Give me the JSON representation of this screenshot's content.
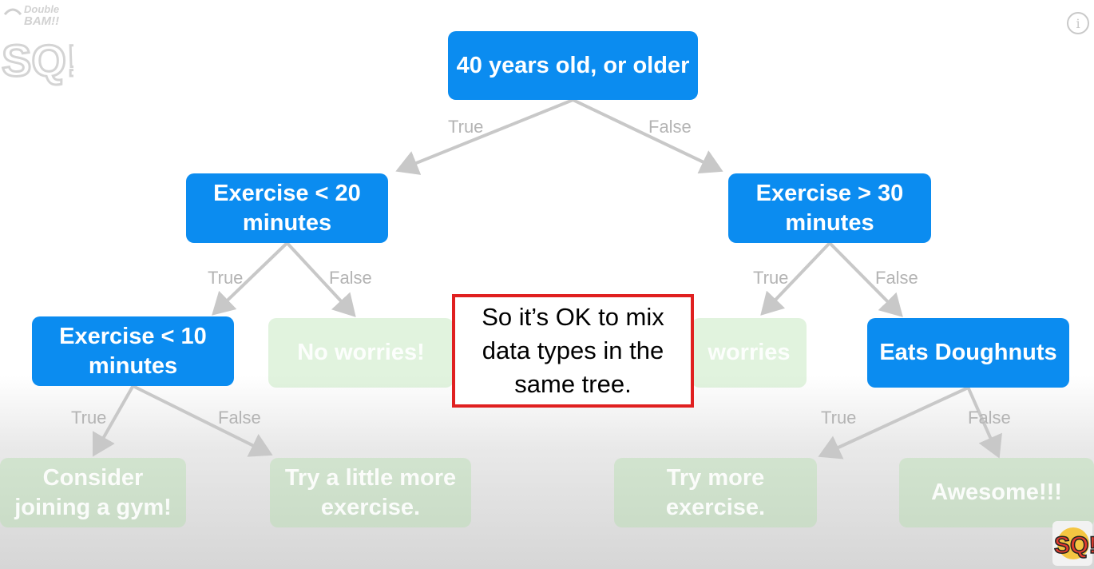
{
  "tree": {
    "nodes": [
      {
        "id": "root",
        "kind": "decision",
        "label": "40 years old, or older"
      },
      {
        "id": "ex20",
        "kind": "decision",
        "label": "Exercise < 20 minutes"
      },
      {
        "id": "ex30",
        "kind": "decision",
        "label": "Exercise > 30 minutes"
      },
      {
        "id": "ex10",
        "kind": "decision",
        "label": "Exercise < 10 minutes"
      },
      {
        "id": "noworries1",
        "kind": "leaf",
        "label": "No worries!"
      },
      {
        "id": "noworries2",
        "kind": "leaf",
        "label": "worries"
      },
      {
        "id": "doughnuts",
        "kind": "decision",
        "label": "Eats Doughnuts"
      },
      {
        "id": "gym",
        "kind": "leaf",
        "label": "Consider joining a gym!"
      },
      {
        "id": "littlemore",
        "kind": "leaf",
        "label": "Try a little more exercise."
      },
      {
        "id": "trymore",
        "kind": "leaf",
        "label": "Try more exercise."
      },
      {
        "id": "awesome",
        "kind": "leaf",
        "label": "Awesome!!!"
      }
    ],
    "edges": [
      {
        "from": "root",
        "to": "ex20",
        "label": "True"
      },
      {
        "from": "root",
        "to": "ex30",
        "label": "False"
      },
      {
        "from": "ex20",
        "to": "ex10",
        "label": "True"
      },
      {
        "from": "ex20",
        "to": "noworries1",
        "label": "False"
      },
      {
        "from": "ex30",
        "to": "noworries2",
        "label": "True"
      },
      {
        "from": "ex30",
        "to": "doughnuts",
        "label": "False"
      },
      {
        "from": "ex10",
        "to": "gym",
        "label": "True"
      },
      {
        "from": "ex10",
        "to": "littlemore",
        "label": "False"
      },
      {
        "from": "doughnuts",
        "to": "trymore",
        "label": "True"
      },
      {
        "from": "doughnuts",
        "to": "awesome",
        "label": "False"
      }
    ]
  },
  "callout": {
    "text": "So it’s OK to mix data types in the same tree."
  },
  "logo": {
    "line1": "Double",
    "line2": "BAM!!",
    "mark": "SQ!"
  },
  "info_icon": {
    "glyph": "i"
  },
  "colors": {
    "decision": "#0b8cf0",
    "leaf": "#a8dea0",
    "edge": "#c8c8c8",
    "callout_border": "#e02020"
  }
}
